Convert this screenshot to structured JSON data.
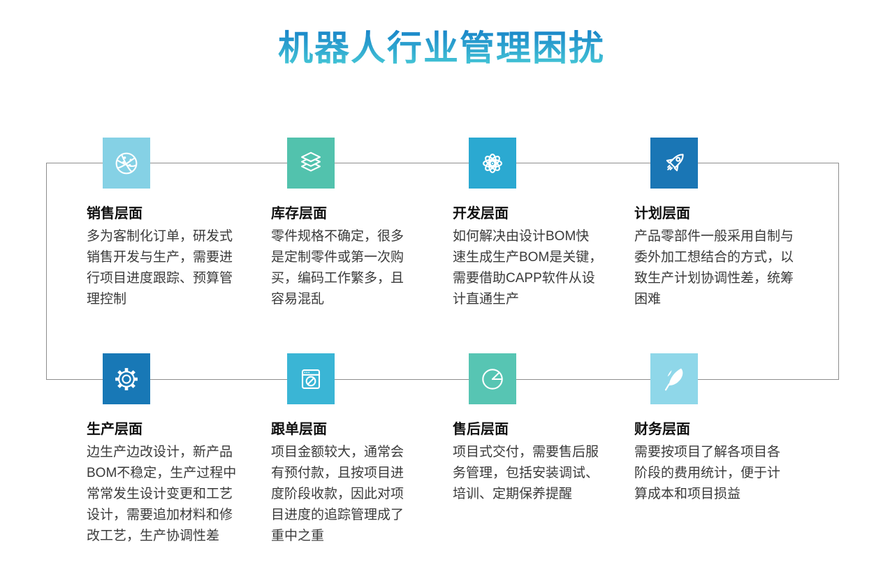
{
  "title": "机器人行业管理困扰",
  "colors": {
    "title_gradient_top": "#1a87c9",
    "title_gradient_bottom": "#45c6d6",
    "connector_line": "#8d8d8d"
  },
  "items": [
    {
      "id": "sales",
      "title": "销售层面",
      "body": "多为客制化订单，研发式\n销售开发与生产，需要进\n行项目进度跟踪、预算管\n理控制",
      "icon": "network-globe-icon",
      "icon_bg": "#85d1e5"
    },
    {
      "id": "inventory",
      "title": "库存层面",
      "body": "零件规格不确定，很多\n是定制零件或第一次购\n买，编码工作繁多，且\n容易混乱",
      "icon": "layers-icon",
      "icon_bg": "#52c2ad"
    },
    {
      "id": "development",
      "title": "开发层面",
      "body": "如何解决由设计BOM快\n速生成生产BOM是关键，\n需要借助CAPP软件从设\n计直通生产",
      "icon": "atom-icon",
      "icon_bg": "#2ba9d1"
    },
    {
      "id": "planning",
      "title": "计划层面",
      "body": "产品零部件一般采用自制与\n委外加工想结合的方式，以\n致生产计划协调性差，统筹\n困难",
      "icon": "rocket-icon",
      "icon_bg": "#1a76b5"
    },
    {
      "id": "production",
      "title": "生产层面",
      "body": "边生产边改设计，新产品\nBOM不稳定，生产过程中\n常常发生设计变更和工艺\n设计，需要追加材料和修\n改工艺，生产协调性差",
      "icon": "gear-icon",
      "icon_bg": "#1878b6"
    },
    {
      "id": "order-tracking",
      "title": "跟单层面",
      "body": "项目金额较大，通常会\n有预付款，且按项目进\n度阶段收款，因此对项\n目进度的追踪管理成了\n重中之重",
      "icon": "browser-compass-icon",
      "icon_bg": "#3ab5d5"
    },
    {
      "id": "after-sales",
      "title": "售后层面",
      "body": "项目式交付，需要售后服\n务管理，包括安装调试、\n培训、定期保养提醒",
      "icon": "pie-chart-icon",
      "icon_bg": "#57c5b3"
    },
    {
      "id": "finance",
      "title": "财务层面",
      "body": "需要按项目了解各项目各\n阶段的费用统计，便于计\n算成本和项目损益",
      "icon": "feather-icon",
      "icon_bg": "#8fd7e9"
    }
  ]
}
